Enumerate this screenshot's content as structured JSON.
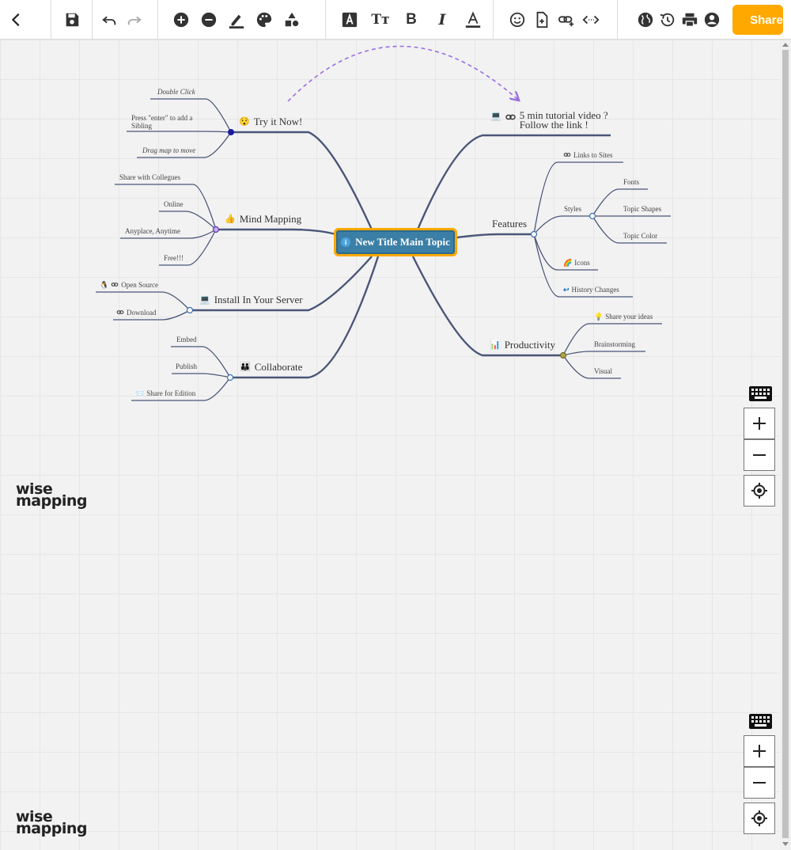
{
  "toolbar": {
    "share_label": "Share",
    "icons": [
      "back-arrow-icon",
      "save-icon",
      "undo-icon",
      "redo-icon",
      "add-topic-icon",
      "delete-topic-icon",
      "line-color-icon",
      "palette-icon",
      "shapes-icon",
      "font-icon",
      "font-size-icon",
      "bold-icon",
      "italic-icon",
      "font-color-icon",
      "emoji-icon",
      "note-icon",
      "link-icon",
      "code-icon",
      "globe-icon",
      "history-icon",
      "print-icon",
      "account-icon"
    ],
    "bold_glyph": "B",
    "italic_glyph": "I",
    "font_size_glyph": "Tт"
  },
  "mindmap": {
    "central": {
      "label": "New Title Main Topic",
      "icon": "i"
    },
    "topics": {
      "try": {
        "label": "Try it Now!",
        "emoji": "😯"
      },
      "mind": {
        "label": "Mind Mapping",
        "emoji": "👍"
      },
      "install": {
        "label": "Install In Your Server",
        "emoji": "💻"
      },
      "collab": {
        "label": "Collaborate",
        "emoji": "👪"
      },
      "tutorial": {
        "label_line1": "5 min tutorial video ?",
        "label_line2": "Follow the link !",
        "emoji": "💻"
      },
      "features": {
        "label": "Features"
      },
      "productivity": {
        "label": "Productivity",
        "emoji": "📊"
      }
    },
    "subs": {
      "double_click": "Double Click",
      "press_enter": "Press \"enter\" to add a Sibling",
      "drag_map": "Drag map to move",
      "share_colleagues": "Share with Collegues",
      "online": "Online",
      "anyplace": "Anyplace, Anytime",
      "free": "Free!!!",
      "open_source": "Open Source",
      "download": "Download",
      "embed": "Embed",
      "publish": "Publish",
      "share_edition": "Share for Edition",
      "links_sites": "Links to Sites",
      "styles": "Styles",
      "fonts": "Fonts",
      "topic_shapes": "Topic Shapes",
      "topic_color": "Topic Color",
      "icons": "Icons",
      "history": "History Changes",
      "share_ideas": "Share your ideas",
      "brainstorming": "Brainstorming",
      "visual": "Visual"
    },
    "sub_emojis": {
      "open_source": "🐧",
      "share_edition": "📨",
      "icons": "🌈",
      "history": "↩",
      "share_ideas": "💡"
    }
  },
  "branding": {
    "logo_line1": "wise",
    "logo_line2": "mapping"
  },
  "colors": {
    "accent": "#ffa800",
    "central_fill": "#3b7fa6",
    "connector": "#4a5678",
    "dashed_link": "#9b6ee0"
  }
}
